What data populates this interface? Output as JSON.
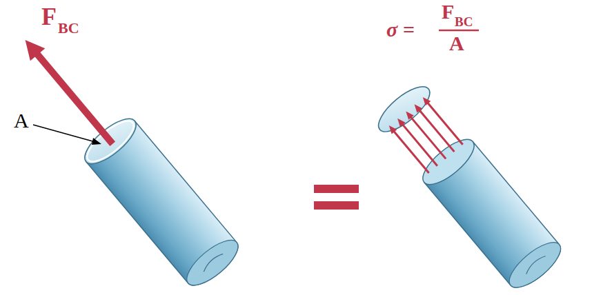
{
  "diagram": {
    "labels": [
      "F",
      "BC",
      "A",
      "σ =",
      "F",
      "BC",
      "A"
    ]
  }
}
